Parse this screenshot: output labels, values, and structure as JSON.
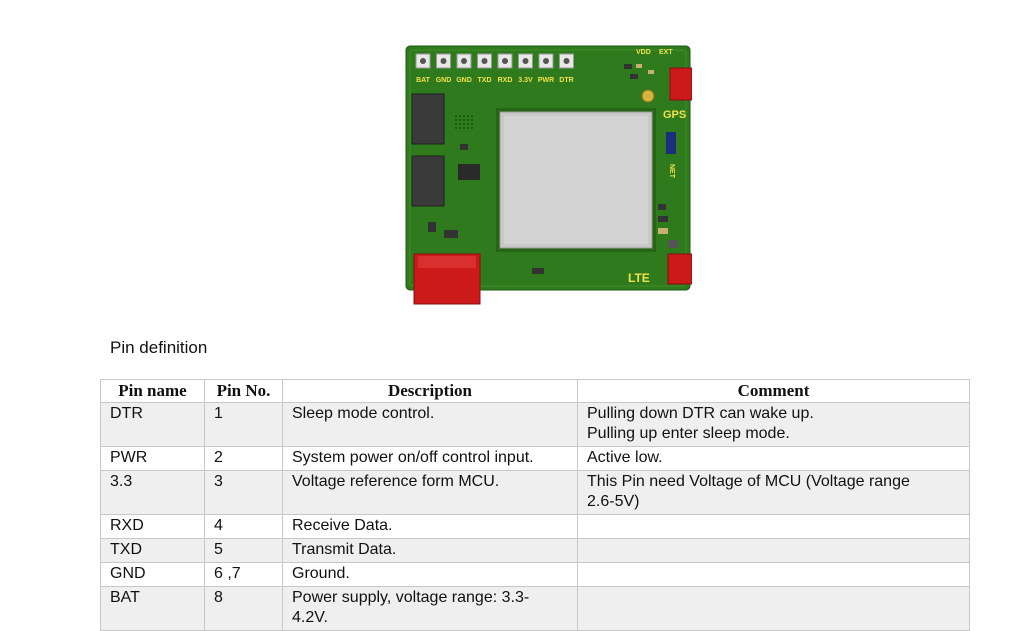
{
  "board": {
    "header_pins": [
      "BAT",
      "GND",
      "GND",
      "TXD",
      "RXD",
      "3.3V",
      "PWR",
      "DTR"
    ],
    "top_right_labels": [
      "VDD",
      "EXT"
    ],
    "gps_label": "GPS",
    "net_label": "NET",
    "lte_label": "LTE",
    "colors": {
      "pcb": "#2f7a1c",
      "silk": "#f0e24a",
      "module": "#c9c9c9",
      "connector": "#cc1a1a"
    }
  },
  "section": {
    "title": "Pin definition"
  },
  "table": {
    "headers": [
      "Pin name",
      "Pin No.",
      "Description",
      "Comment"
    ],
    "rows": [
      {
        "name": "DTR",
        "no": "1",
        "desc": [
          "Sleep mode control."
        ],
        "comment": [
          "Pulling down DTR can wake up.",
          "Pulling up enter sleep mode."
        ]
      },
      {
        "name": "PWR",
        "no": "2",
        "desc": [
          "System power on/off control input."
        ],
        "comment": [
          "Active low."
        ]
      },
      {
        "name": "3.3",
        "no": "3",
        "desc": [
          "Voltage reference form MCU."
        ],
        "comment": [
          "This Pin need Voltage of MCU (Voltage range",
          "2.6-5V)"
        ]
      },
      {
        "name": "RXD",
        "no": "4",
        "desc": [
          "Receive Data."
        ],
        "comment": []
      },
      {
        "name": "TXD",
        "no": "5",
        "desc": [
          "Transmit Data."
        ],
        "comment": []
      },
      {
        "name": "GND",
        "no": "6 ,7",
        "desc": [
          "Ground."
        ],
        "comment": []
      },
      {
        "name": "BAT",
        "no": "8",
        "desc": [
          "Power supply, voltage range: 3.3-",
          "4.2V."
        ],
        "comment": []
      }
    ]
  }
}
